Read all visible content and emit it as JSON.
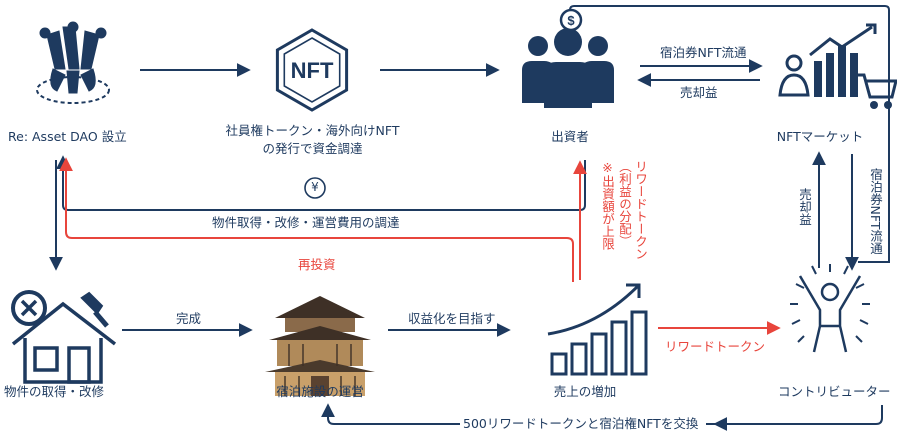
{
  "colors": {
    "navy": "#1e3a5f",
    "red": "#e8453c",
    "background": "#ffffff"
  },
  "nodes": {
    "dao": {
      "label": "Re: Asset DAO 設立",
      "icon": "community-hands-icon"
    },
    "nft": {
      "label_line1": "社員権トークン・海外向けNFT",
      "label_line2": "の発行で資金調達",
      "icon": "nft-badge-icon"
    },
    "investor": {
      "label": "出資者",
      "icon": "investor-group-icon"
    },
    "market": {
      "label": "NFTマーケット",
      "icon": "market-cart-icon"
    },
    "property": {
      "label": "物件の取得・改修",
      "icon": "house-repair-icon"
    },
    "inn": {
      "label": "宿泊施設の運営",
      "icon": "japanese-inn-icon"
    },
    "sales": {
      "label": "売上の増加",
      "icon": "growth-chart-icon"
    },
    "contributor": {
      "label": "コントリビューター",
      "icon": "contributor-person-icon"
    }
  },
  "edges": {
    "nft_flow_top": "宿泊券NFT流通",
    "sale_profit_top": "売却益",
    "yen_symbol": "¥",
    "funding": "物件取得・改修・運営費用の調達",
    "reinvest": "再投資",
    "reward_token_vertical": "リワードトークン",
    "profit_share": "（利益の分配）",
    "cap_note": "※出資額が上限",
    "sale_profit_side": "売却益",
    "nft_flow_side": "宿泊券NFT流通",
    "complete": "完成",
    "monetize": "収益化を目指す",
    "reward_token_horizontal": "リワードトークン",
    "exchange": "500リワードトークンと宿泊権NFTを交換"
  }
}
